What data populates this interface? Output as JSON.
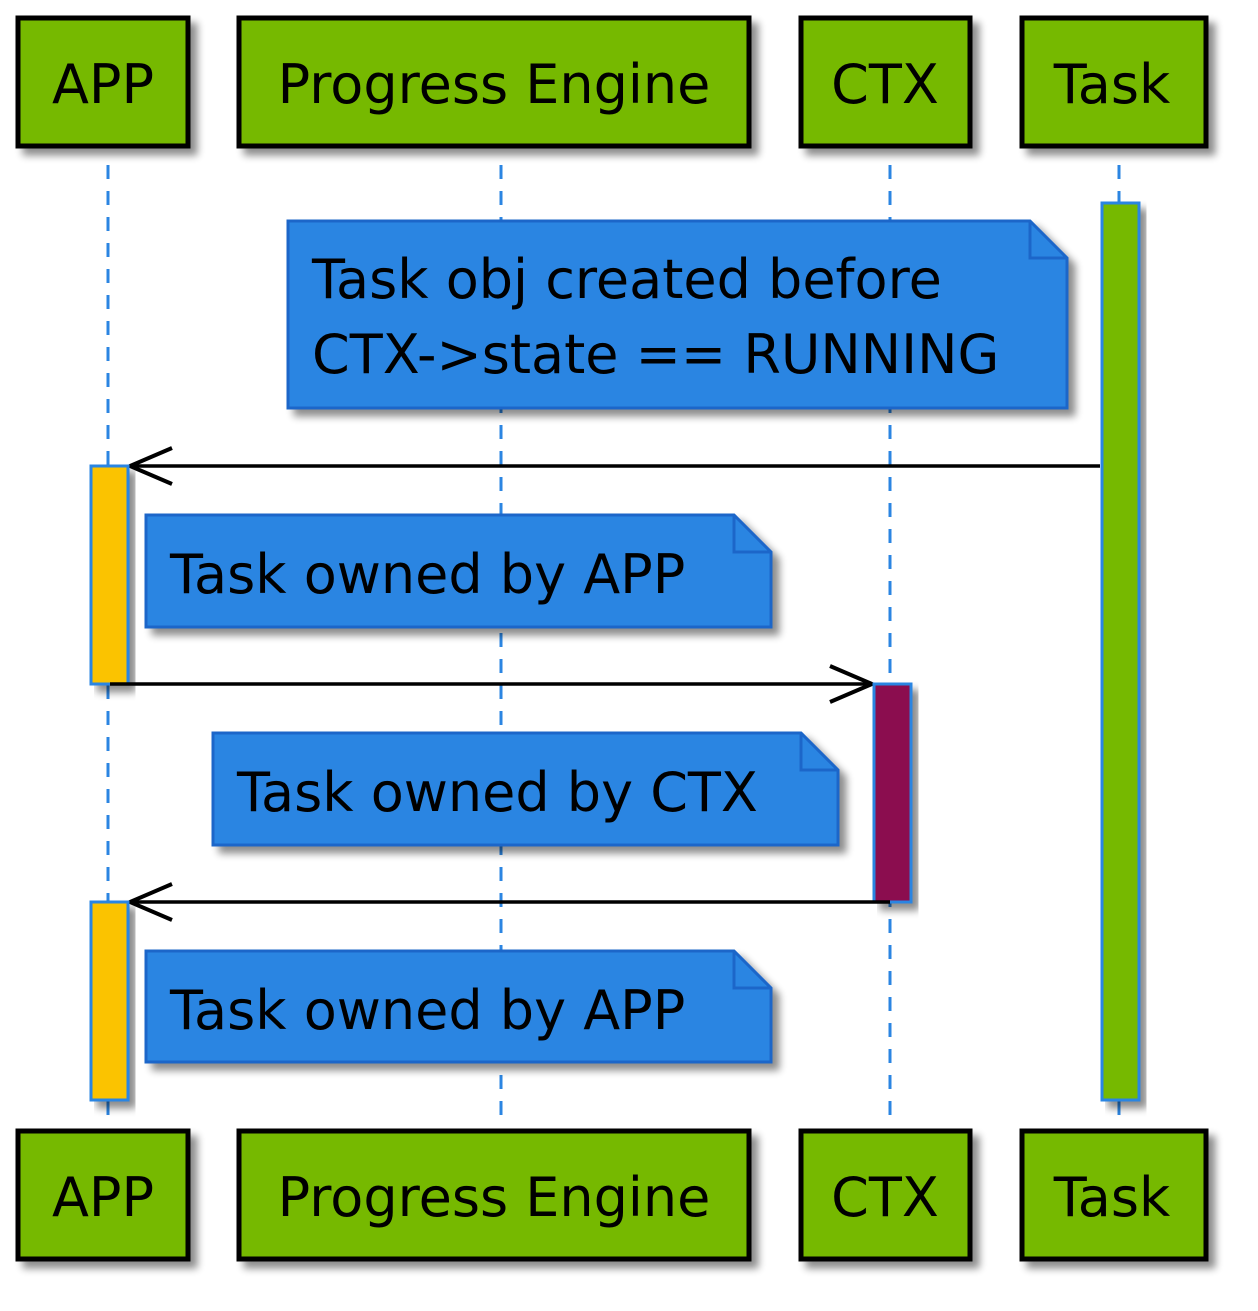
{
  "participants": [
    {
      "id": "app",
      "label": "APP"
    },
    {
      "id": "pe",
      "label": "Progress Engine"
    },
    {
      "id": "ctx",
      "label": "CTX"
    },
    {
      "id": "task",
      "label": "Task"
    }
  ],
  "notes": [
    {
      "id": "note-task-created",
      "lines": [
        "Task obj created before",
        "CTX->state == RUNNING"
      ]
    },
    {
      "id": "note-owned-app-1",
      "lines": [
        "Task owned by APP"
      ]
    },
    {
      "id": "note-owned-ctx",
      "lines": [
        "Task owned by CTX"
      ]
    },
    {
      "id": "note-owned-app-2",
      "lines": [
        "Task owned by APP"
      ]
    }
  ],
  "messages": [
    {
      "id": "msg-task-to-app",
      "from": "task",
      "to": "app"
    },
    {
      "id": "msg-app-to-ctx",
      "from": "app",
      "to": "ctx"
    },
    {
      "id": "msg-ctx-to-app",
      "from": "ctx",
      "to": "app"
    }
  ],
  "activations": [
    {
      "id": "task",
      "participant": "task",
      "color": "#76b900"
    },
    {
      "id": "app-1",
      "participant": "app",
      "color": "#fbc300"
    },
    {
      "id": "ctx",
      "participant": "ctx",
      "color": "#8b0a50"
    },
    {
      "id": "app-2",
      "participant": "app",
      "color": "#fbc300"
    }
  ],
  "colors": {
    "participant_fill": "#76b900",
    "note_fill": "#2b85e2",
    "note_border": "#1b66c9",
    "lifeline": "#2b85e2"
  }
}
